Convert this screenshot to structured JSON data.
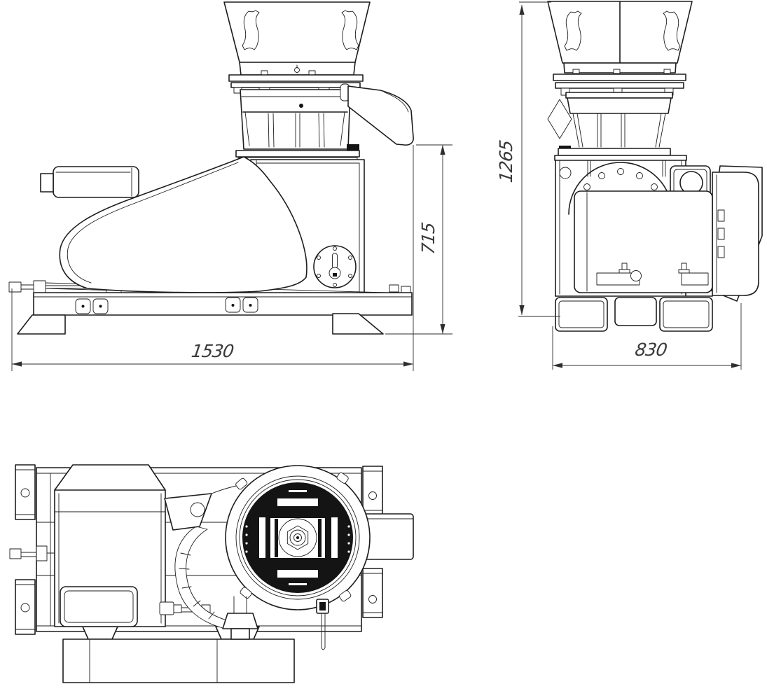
{
  "document": {
    "type": "technical-drawing",
    "background": "#ffffff"
  },
  "colors": {
    "line": "#1d1d1d",
    "dimension_line": "#2e2e2e",
    "dimension_text": "#3a3a3a"
  },
  "views": {
    "side": {
      "id": "side-view"
    },
    "front": {
      "id": "front-view"
    },
    "top": {
      "id": "top-view"
    }
  },
  "dim_labels": {
    "side_length": "1530",
    "side_height": "715",
    "front_height": "1265",
    "front_width": "830"
  }
}
